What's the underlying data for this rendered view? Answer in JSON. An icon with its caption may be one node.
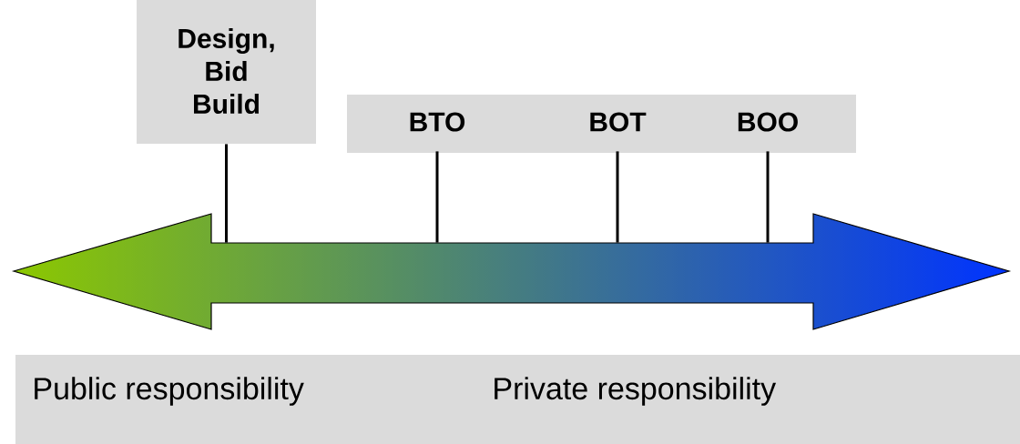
{
  "diagram": {
    "nodes": [
      {
        "text": [
          "Design, Bid Build"
        ]
      },
      {
        "text": [],
        "shape": "box"
      },
      {
        "text": [
          "BTO"
        ],
        "in": 1
      },
      {
        "text": [
          "BOT"
        ],
        "in": 1
      },
      {
        "text": [
          "BOO"
        ],
        "in": 1
      },
      {
        "text": [],
        "shape": "arrow"
      },
      {
        "text": [
          "Public responsibility",
          "Private responsibility"
        ]
      }
    ],
    "edges": [
      {
        "from": 0,
        "to": 5,
        "arrow": "none"
      },
      {
        "from": 2,
        "to": 5,
        "arrow": "none"
      },
      {
        "from": 3,
        "to": 5,
        "arrow": "none"
      },
      {
        "from": 4,
        "to": 5,
        "arrow": "none"
      }
    ]
  }
}
